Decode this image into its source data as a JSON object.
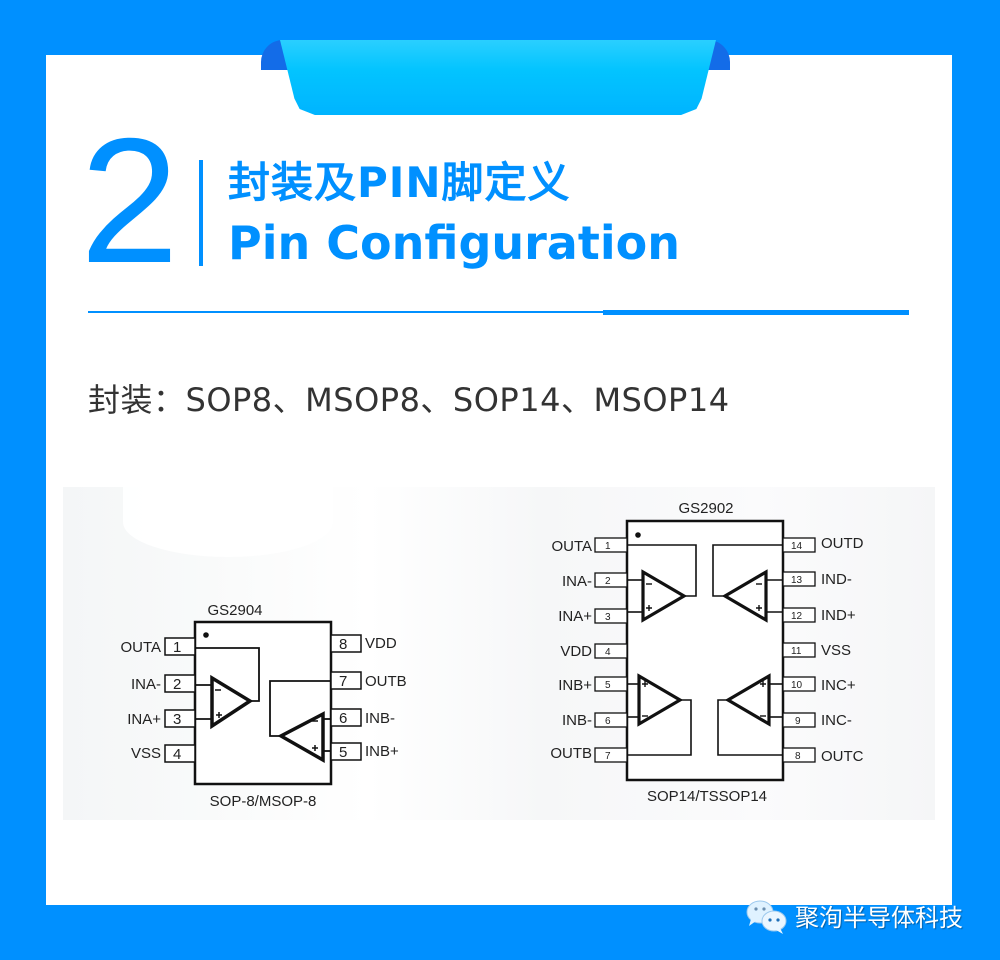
{
  "header": {
    "section_number": "2",
    "title_cn": "封装及PIN脚定义",
    "title_en": "Pin Configuration"
  },
  "packages_line": "封装：SOP8、MSOP8、SOP14、MSOP14",
  "colors": {
    "brand_blue": "#0090FF",
    "tab_cyan": "#03C4FF",
    "tab_ear_blue": "#136CE8",
    "text_dark": "#333333"
  },
  "chips": [
    {
      "name": "GS2904",
      "package": "SOP-8/MSOP-8",
      "left_pins": [
        {
          "num": "1",
          "label": "OUTA"
        },
        {
          "num": "2",
          "label": "INA-"
        },
        {
          "num": "3",
          "label": "INA+"
        },
        {
          "num": "4",
          "label": "VSS"
        }
      ],
      "right_pins": [
        {
          "num": "8",
          "label": "VDD"
        },
        {
          "num": "7",
          "label": "OUTB"
        },
        {
          "num": "6",
          "label": "INB-"
        },
        {
          "num": "5",
          "label": "INB+"
        }
      ]
    },
    {
      "name": "GS2902",
      "package": "SOP14/TSSOP14",
      "left_pins": [
        {
          "num": "1",
          "label": "OUTA"
        },
        {
          "num": "2",
          "label": "INA-"
        },
        {
          "num": "3",
          "label": "INA+"
        },
        {
          "num": "4",
          "label": "VDD"
        },
        {
          "num": "5",
          "label": "INB+"
        },
        {
          "num": "6",
          "label": "INB-"
        },
        {
          "num": "7",
          "label": "OUTB"
        }
      ],
      "right_pins": [
        {
          "num": "14",
          "label": "OUTD"
        },
        {
          "num": "13",
          "label": "IND-"
        },
        {
          "num": "12",
          "label": "IND+"
        },
        {
          "num": "11",
          "label": "VSS"
        },
        {
          "num": "10",
          "label": "INC+"
        },
        {
          "num": "9",
          "label": "INC-"
        },
        {
          "num": "8",
          "label": "OUTC"
        }
      ]
    }
  ],
  "footer": {
    "icon": "wechat-icon",
    "account_name": "聚洵半导体科技"
  }
}
